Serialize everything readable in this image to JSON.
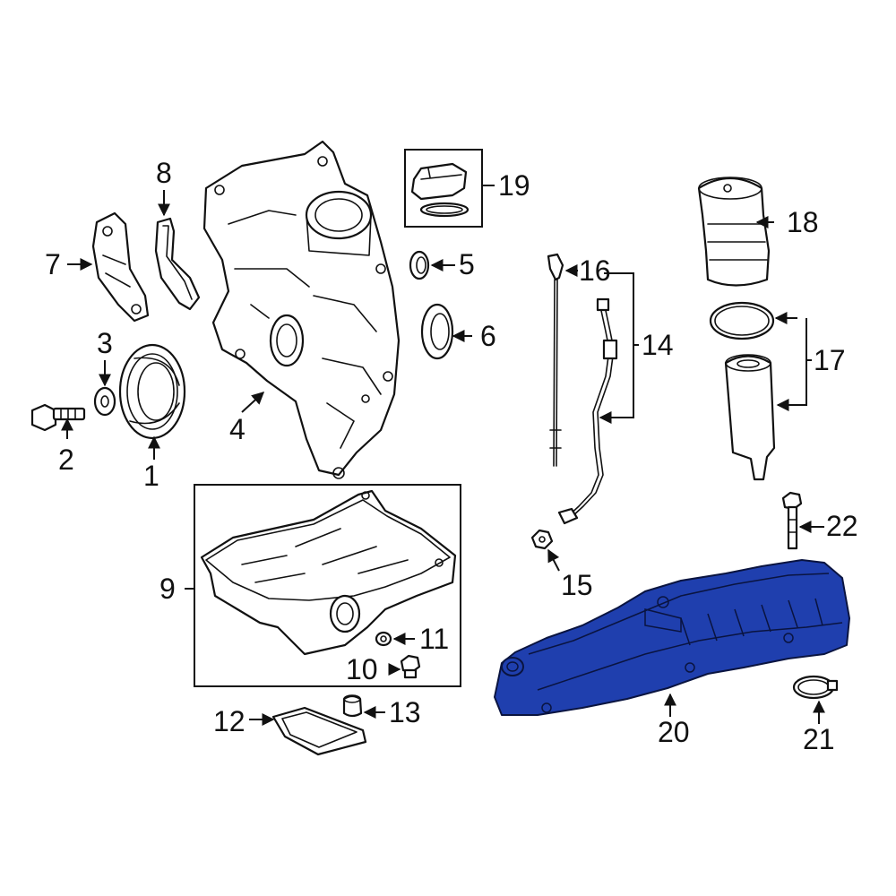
{
  "diagram": {
    "highlight_color": "#1f3fae",
    "line_color": "#111111",
    "callouts": {
      "c1": "1",
      "c2": "2",
      "c3": "3",
      "c4": "4",
      "c5": "5",
      "c6": "6",
      "c7": "7",
      "c8": "8",
      "c9": "9",
      "c10": "10",
      "c11": "11",
      "c12": "12",
      "c13": "13",
      "c14": "14",
      "c15": "15",
      "c16": "16",
      "c17": "17",
      "c18": "18",
      "c19": "19",
      "c20": "20",
      "c21": "21",
      "c22": "22"
    },
    "highlighted_part": "20"
  }
}
